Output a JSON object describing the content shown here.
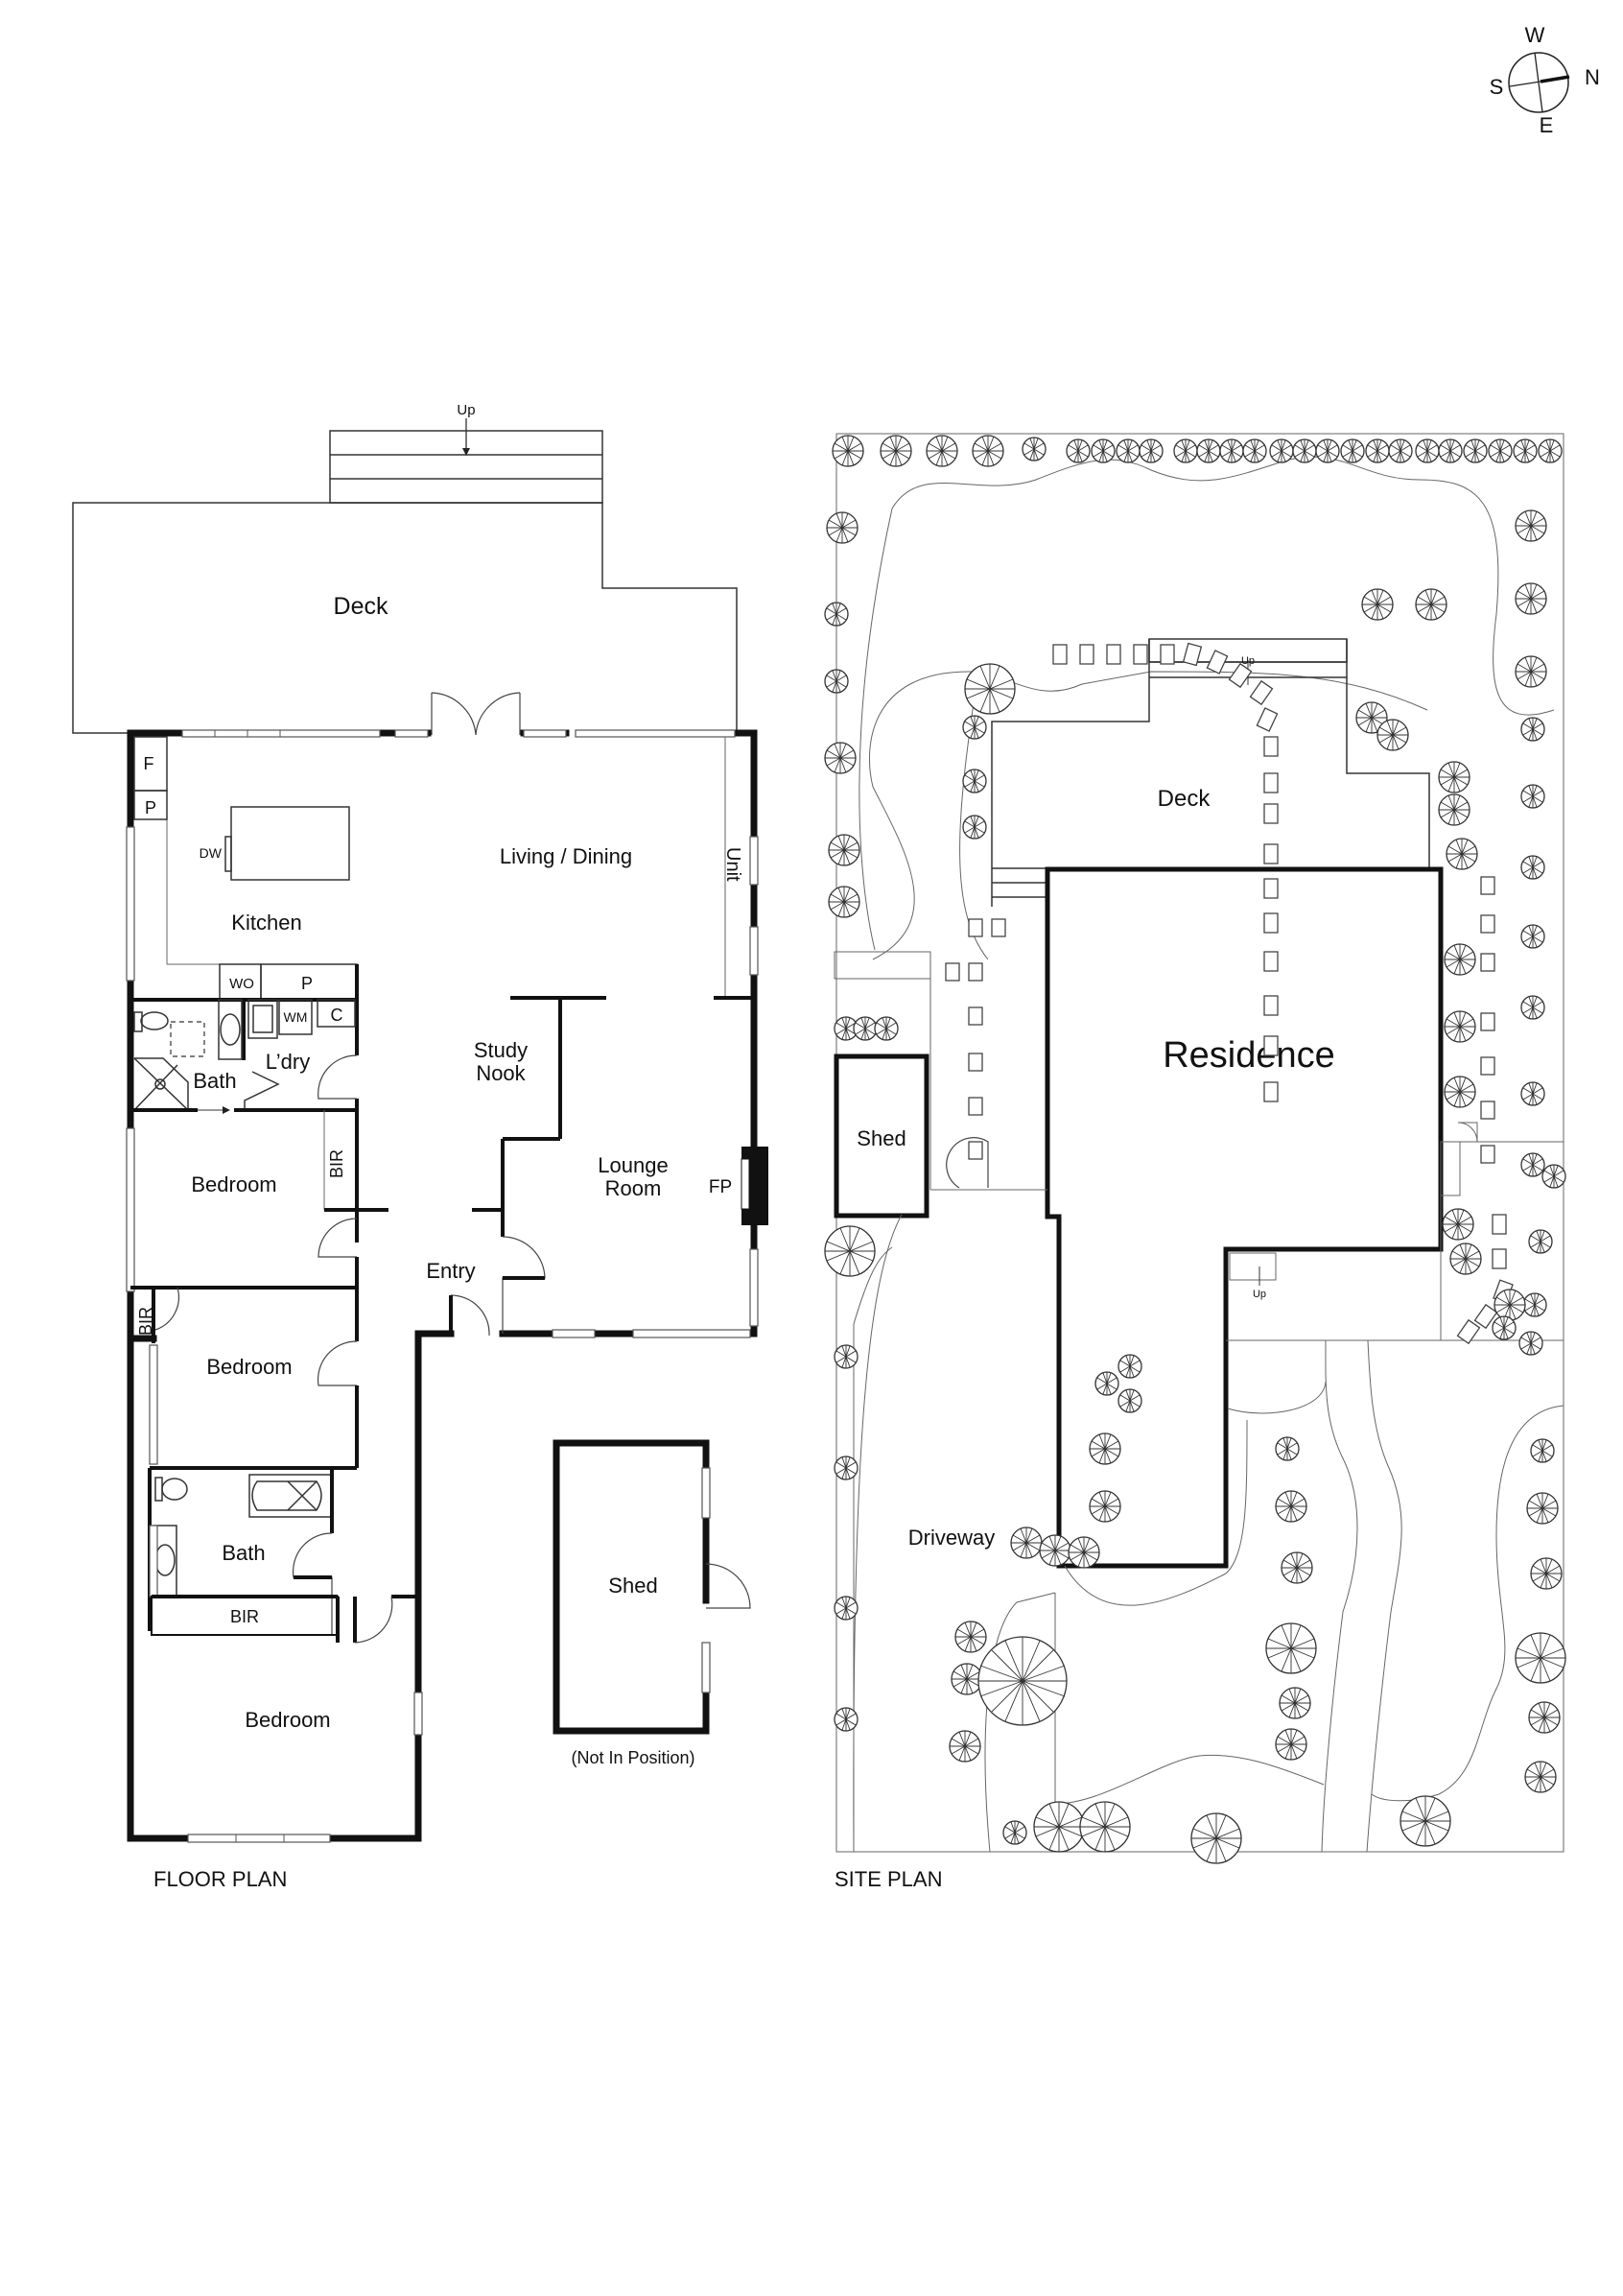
{
  "compass": {
    "north": "N",
    "south": "S",
    "east": "E",
    "west": "W"
  },
  "floor_plan": {
    "title": "FLOOR PLAN",
    "rooms": {
      "deck": "Deck",
      "deck_stairs": "Up",
      "kitchen": "Kitchen",
      "living_dining": "Living / Dining",
      "study_nook_line1": "Study",
      "study_nook_line2": "Nook",
      "lounge_line1": "Lounge",
      "lounge_line2": "Room",
      "laundry": "L’dry",
      "bath1": "Bath",
      "bedroom1": "Bedroom",
      "bedroom2": "Bedroom",
      "bath2": "Bath",
      "bedroom3": "Bedroom",
      "entry": "Entry",
      "unit": "Unit",
      "shed": "Shed",
      "shed_note": "(Not In Position)"
    },
    "fixtures": {
      "fridge": "F",
      "pantry_small": "P",
      "dishwasher": "DW",
      "wall_oven": "WO",
      "pantry": "P",
      "washing_machine": "WM",
      "cupboard": "C",
      "bir1": "BIR",
      "bir2": "BIR",
      "bir3": "BIR",
      "fireplace": "FP"
    }
  },
  "site_plan": {
    "title": "SITE PLAN",
    "labels": {
      "residence": "Residence",
      "deck": "Deck",
      "shed": "Shed",
      "driveway": "Driveway",
      "deck_up": "Up",
      "front_up": "Up"
    }
  }
}
